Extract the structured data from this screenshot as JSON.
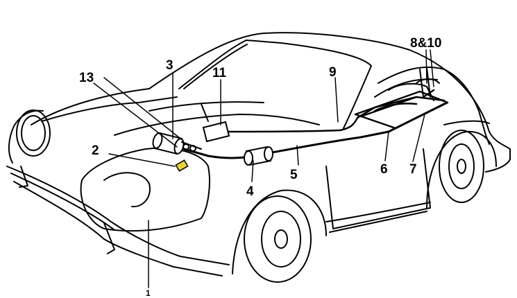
{
  "diagram": {
    "labels": {
      "l1": "1",
      "l2": "2",
      "l3": "3",
      "l4": "4",
      "l5": "5",
      "l6": "6",
      "l7": "7",
      "l8_10": "8&10",
      "l9": "9",
      "l11": "11",
      "l13": "13"
    },
    "colors": {
      "ink": "#000000",
      "background": "#ffffff",
      "highlight": "#e8d23a"
    }
  }
}
